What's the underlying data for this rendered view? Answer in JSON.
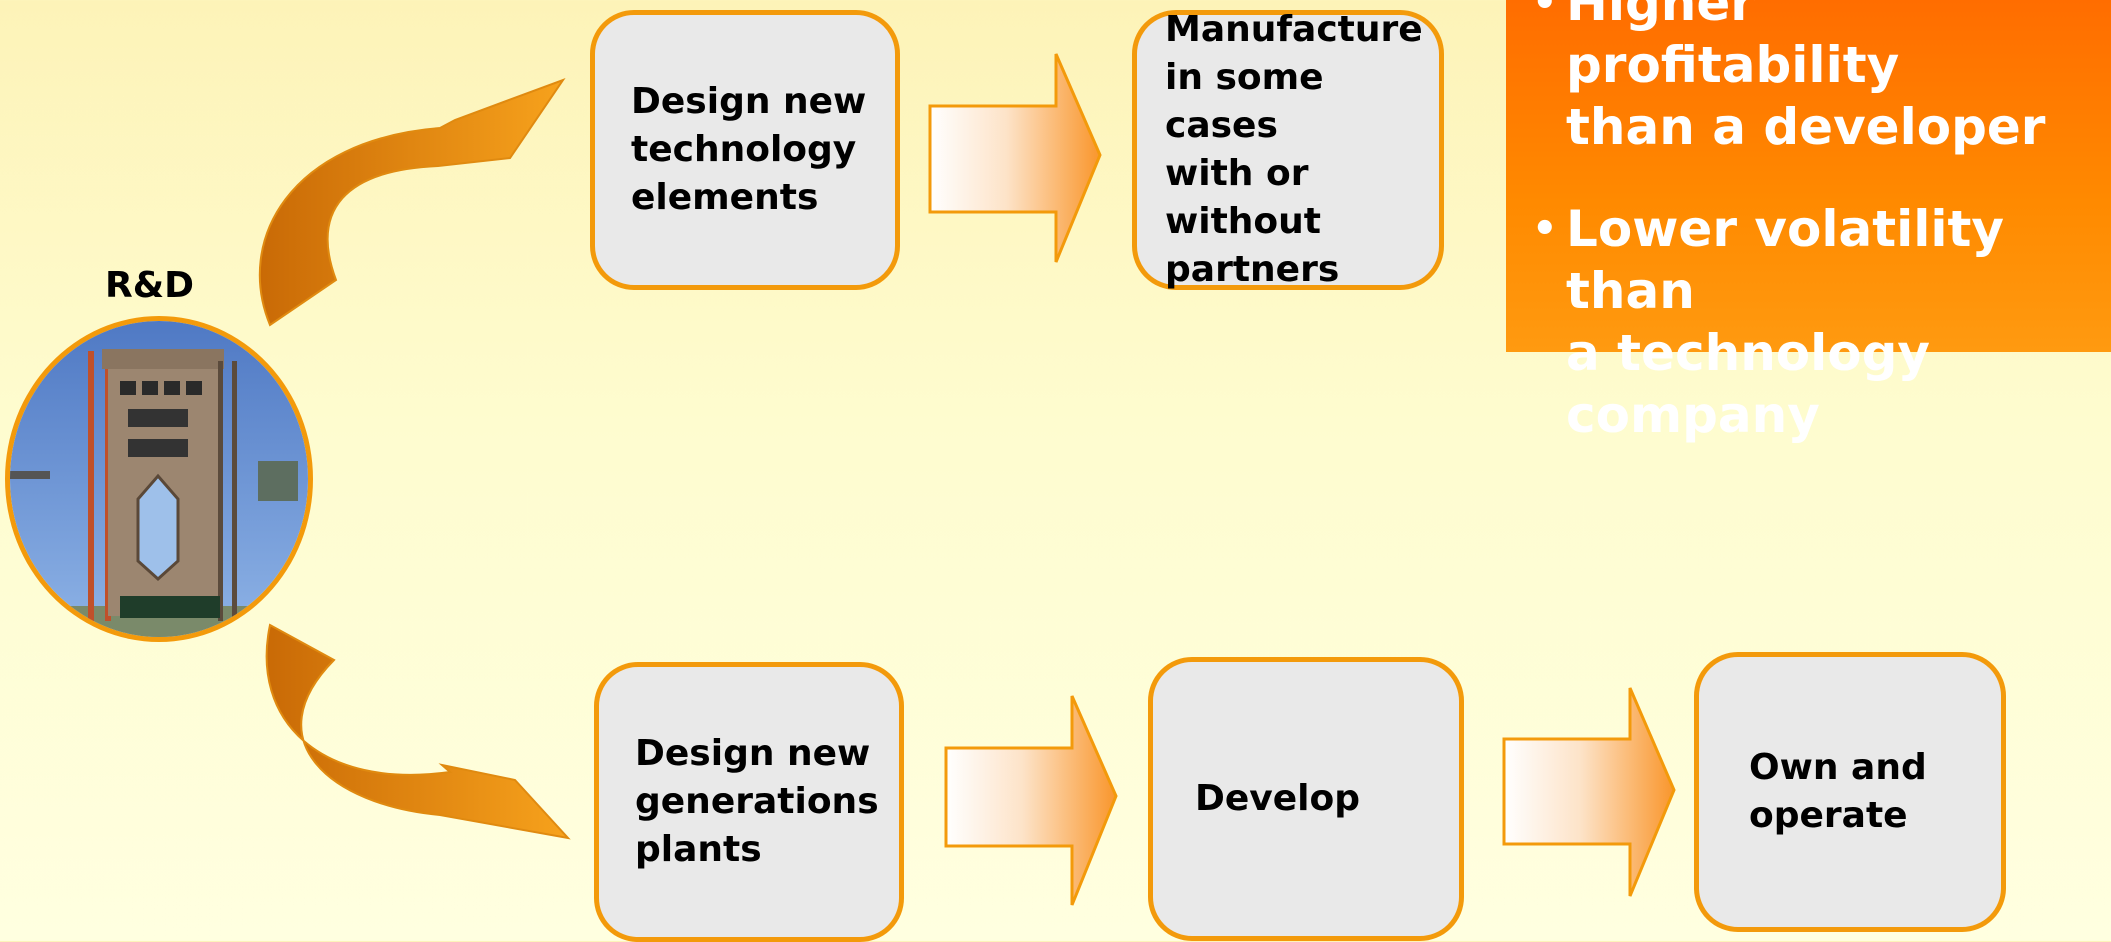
{
  "rd_label": "R&D",
  "top_row": {
    "box1": "Design new\ntechnology\nelements",
    "box2": "Manufacture\nin some cases\nwith or\nwithout\npartners"
  },
  "bottom_row": {
    "box1": "Design new\ngenerations\nplants",
    "box2": "Develop",
    "box3": "Own and\noperate"
  },
  "callout": {
    "bullets": [
      "Higher profitability\nthan a developer",
      "Lower volatility than\na technology\ncompany"
    ]
  },
  "colors": {
    "accent_orange": "#f39a0b",
    "callout_orange": "#ff7a00",
    "box_fill": "#e9e9e9"
  },
  "icons": [
    "curved-arrow-up-icon",
    "curved-arrow-down-icon",
    "block-arrow-right-icon"
  ]
}
